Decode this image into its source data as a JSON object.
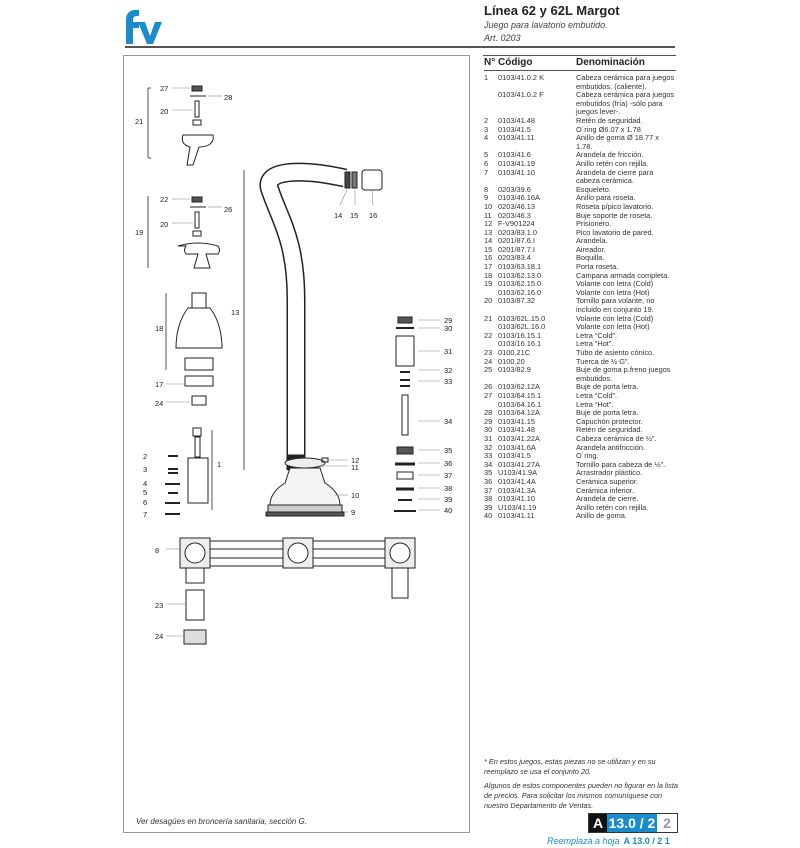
{
  "header": {
    "logo": "fv",
    "title": "Línea 62 y 62L Margot",
    "subtitle": "Juego para lavatorio embutido.",
    "article": "Art. 0203"
  },
  "table": {
    "col_no": "N°",
    "col_code": "Código",
    "col_desc": "Denominación",
    "rows": [
      {
        "n": "1",
        "c": "0103/41.0.2 K",
        "d": "Cabeza cerámica para juegos embutidos. (caliente)."
      },
      {
        "n": "",
        "c": "0103/41.0.2 F",
        "d": "Cabeza cerámica para juegos embutidos (fría) -sólo para juegos lever-."
      },
      {
        "n": "2",
        "c": "0103/41.48",
        "d": "Retén de seguridad."
      },
      {
        "n": "3",
        "c": "0103/41.5",
        "d": "O´ring Ø6.07 x 1.78"
      },
      {
        "n": "4",
        "c": "0103/41.11",
        "d": "Anillo de goma Ø 18.77 x 1.78."
      },
      {
        "n": "5",
        "c": "0103/41.6",
        "d": "Arandela de fricción."
      },
      {
        "n": "6",
        "c": "0103/41.19",
        "d": "Anillo retén con rejilla."
      },
      {
        "n": "7",
        "c": "0103/41.10",
        "d": "Arandela de cierre para cabeza cerámica."
      },
      {
        "n": "8",
        "c": "0203/39.6",
        "d": "Esqueleto."
      },
      {
        "n": "9",
        "c": "0103/46.16A",
        "d": "Anillo para roseta."
      },
      {
        "n": "10",
        "c": "0203/46.13",
        "d": "Roseta p/pico lavatorio."
      },
      {
        "n": "11",
        "c": "0203/46.3",
        "d": "Buje soporte de roseta."
      },
      {
        "n": "12",
        "c": "F-V901224",
        "d": "Prisionero."
      },
      {
        "n": "13",
        "c": "0203/83.1.0",
        "d": "Pico lavatorio de pared."
      },
      {
        "n": "14",
        "c": "0201/87.6.I",
        "d": "Arandela."
      },
      {
        "n": "15",
        "c": "0201/87.7.I",
        "d": "Aireador."
      },
      {
        "n": "16",
        "c": "0203/83.4",
        "d": "Boquilla."
      },
      {
        "n": "17",
        "c": "0103/63.18.1",
        "d": "Porta roseta."
      },
      {
        "n": "18",
        "c": "0103/62.13.0",
        "d": "Campana armada completa."
      },
      {
        "n": "19",
        "c": "0103/62.15.0",
        "d": "Volante con  letra (Cold)"
      },
      {
        "n": "",
        "c": "0103/62.16.0",
        "d": "Volante con letra (Hot)"
      },
      {
        "n": "20",
        "c": "0103/87.32",
        "d": "Tornillo para volante, no incluido en conjunto 19."
      },
      {
        "n": "21",
        "c": "0103/62L.15.0",
        "d": "Volante con letra (Cold)"
      },
      {
        "n": "",
        "c": "0103/62L.16.0",
        "d": "Volante con letra (Hot)"
      },
      {
        "n": "22",
        "c": "0103/16.15.1",
        "d": "Letra “Cold”."
      },
      {
        "n": "",
        "c": "0103/16.16.1",
        "d": "Letra “Hot”."
      },
      {
        "n": "23",
        "c": "0100.21C",
        "d": "Tubo de asiento cónico."
      },
      {
        "n": "24",
        "c": "0100.20",
        "d": "Tuerca de ½ G”."
      },
      {
        "n": "25",
        "c": "0103/82.9",
        "d": "Buje de goma p.freno juegos embutidos."
      },
      {
        "n": "26",
        "c": "0103/62.12A",
        "d": "Buje de porta letra."
      },
      {
        "n": "27",
        "c": "0103/64.15.1",
        "d": "Letra “Cold”."
      },
      {
        "n": "",
        "c": "0103/64.16.1",
        "d": "Letra “Hot”."
      },
      {
        "n": "28",
        "c": "0103/64.12A",
        "d": "Buje de porta letra."
      },
      {
        "n": "29",
        "c": "0103/41.15",
        "d": "Capuchón protector."
      },
      {
        "n": "30",
        "c": "0103/41.48",
        "d": "Retén de seguridad."
      },
      {
        "n": "31",
        "c": "0103/41.22A",
        "d": "Cabeza cerámica de ½”."
      },
      {
        "n": "32",
        "c": "0103/41.6A",
        "d": "Arandela antifricción."
      },
      {
        "n": "33",
        "c": "0103/41.5",
        "d": "O´ring."
      },
      {
        "n": "34",
        "c": "0103/41.27A",
        "d": "Tornillo para cabeza de ½”."
      },
      {
        "n": "35",
        "c": "U103/41.9A",
        "d": "Arrastrador plástico."
      },
      {
        "n": "36",
        "c": "0103/41.4A",
        "d": "Cerámica superior."
      },
      {
        "n": "37",
        "c": "0103/41.3A",
        "d": "Cerámica inferior."
      },
      {
        "n": "38",
        "c": "0103/41.10",
        "d": "Arandela de cierre."
      },
      {
        "n": "39",
        "c": "U103/41.19",
        "d": "Anillo retén con rejilla."
      },
      {
        "n": "40",
        "c": "0103/41.11",
        "d": "Anillo de goma."
      }
    ]
  },
  "diagram": {
    "note": "Ver desagües en broncería sanitaria, sección G.",
    "callouts": {
      "c27": "27",
      "c28": "28",
      "c21": "21",
      "c20a": "20",
      "c22": "22",
      "c26": "26",
      "c19": "19",
      "c20b": "20",
      "c18": "18",
      "c17": "17",
      "c24a": "24",
      "c1": "1",
      "c2": "2",
      "c3": "3",
      "c4": "4",
      "c5": "5",
      "c6": "6",
      "c7": "7",
      "c8": "8",
      "c23": "23",
      "c24b": "24",
      "c13": "13",
      "c14": "14",
      "c15": "15",
      "c16": "16",
      "c12": "12",
      "c11": "11",
      "c10": "10",
      "c9": "9",
      "c29": "29",
      "c30": "30",
      "c31": "31",
      "c32": "32",
      "c33": "33",
      "c34": "34",
      "c35": "35",
      "c36": "36",
      "c37": "37",
      "c38": "38",
      "c39": "39",
      "c40": "40"
    }
  },
  "footer": {
    "footnote": "* En estos juegos, estas piezas no se utilizan y en su reemplazo se usa el conjunto 20.",
    "note": "Algunos de estos componentes pueden no figurar en la lista de precios. Para solicitar los mismos comuníquese con nuestro Departamento de Ventas.",
    "sheet_letter": "A",
    "sheet_number": "13.0 / 2",
    "sheet_page": "2",
    "replaces_label": "Reemplaza a hoja",
    "replaces_sheet": "A  13.0 / 2  1"
  },
  "colors": {
    "brand": "#1a8ccc"
  }
}
